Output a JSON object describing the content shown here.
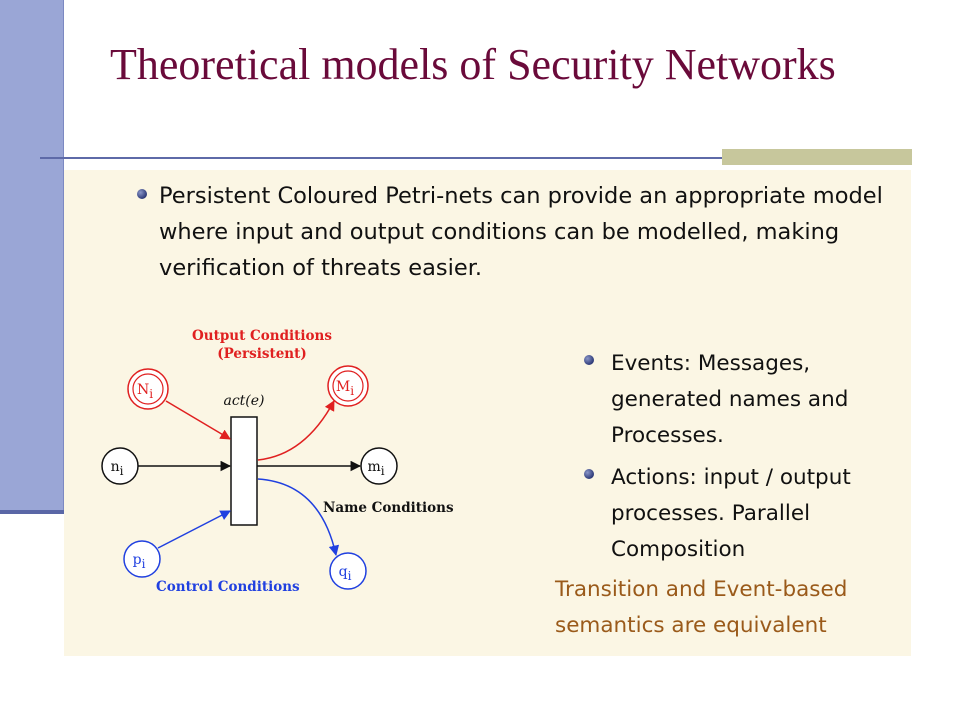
{
  "title": "Theoretical models of Security Networks",
  "intro_bullet": "Persistent Coloured Petri-nets can provide an appropriate model where input and output conditions can be modelled, making verification of threats easier.",
  "diagram": {
    "output_conditions_label": "Output Conditions",
    "persistent_label": "(Persistent)",
    "transition_label": "act(e)",
    "name_conditions_label": "Name Conditions",
    "control_conditions_label": "Control Conditions",
    "places": {
      "N": {
        "base": "N",
        "sub": "i"
      },
      "M": {
        "base": "M",
        "sub": "i"
      },
      "n": {
        "base": "n",
        "sub": "i"
      },
      "m": {
        "base": "m",
        "sub": "i"
      },
      "p": {
        "base": "p",
        "sub": "i"
      },
      "q": {
        "base": "q",
        "sub": "i"
      }
    },
    "colors": {
      "output": "#e02020",
      "control": "#2040e0",
      "name": "#111111"
    }
  },
  "events_bullet": "Events: Messages, generated names and Processes.",
  "actions_bullet": "Actions: input / output processes. Parallel Composition",
  "conclusion": "Transition and Event-based semantics are equivalent",
  "colors": {
    "title": "#6a0a3a",
    "left_bar": "#9aa6d6",
    "panel": "#fbf6e4",
    "conclusion": "#9a5a1a"
  }
}
